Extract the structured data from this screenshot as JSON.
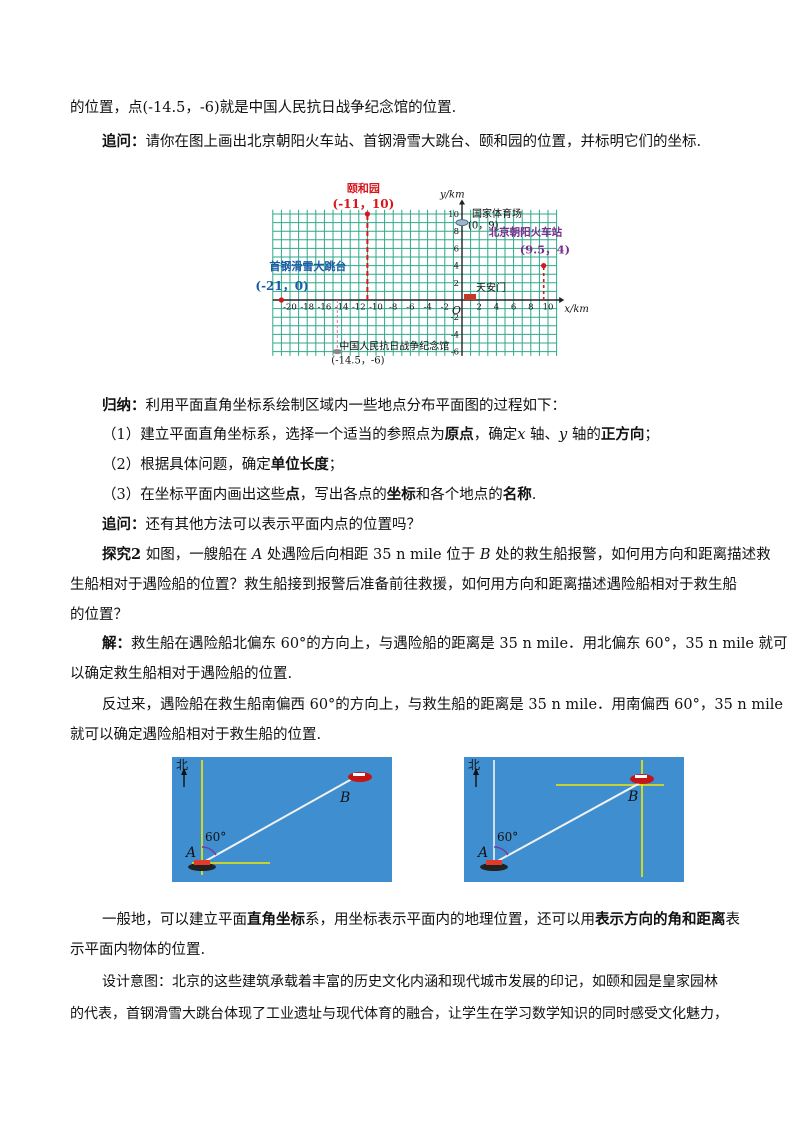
{
  "p1": {
    "a": "的位置，点(",
    "b": "-14.5，-6)就是中国人民抗日战争纪念馆的位置."
  },
  "p2": {
    "label": "追问：",
    "text": "请你在图上画出北京朝阳火车站、首钢滑雪大跳台、颐和园的位置，并标明它们的坐标."
  },
  "fig1": {
    "yaxis_label": "y/km",
    "xaxis_label": "x/km",
    "origin": "O",
    "x_ticks": [
      "-20",
      "-18",
      "-16",
      "-14",
      "-12",
      "-10",
      "-8",
      "-6",
      "-4",
      "-2",
      "2",
      "4",
      "6",
      "8",
      "10"
    ],
    "y_ticks_pos": [
      "10",
      "8",
      "6",
      "4",
      "2"
    ],
    "y_ticks_neg": [
      "-2",
      "-4",
      "-6"
    ],
    "points": {
      "yiheyuan": {
        "name": "颐和园",
        "coord": "(-11，10)",
        "x": -11,
        "y": 10
      },
      "shougang": {
        "name": "首钢滑雪大跳台",
        "coord": "(-21，0)",
        "x": -21,
        "y": 0
      },
      "chaoyang": {
        "name": "北京朝阳火车站",
        "coord": "(9.5，4)",
        "x": 9.5,
        "y": 4
      },
      "stadium": {
        "name": "国家体育场",
        "coord": "(0，9)",
        "x": 0,
        "y": 9
      },
      "tiananmen": {
        "name": "天安门",
        "x": 0,
        "y": 0
      },
      "museum": {
        "name": "中国人民抗日战争纪念馆",
        "coord": "(-14.5，-6)",
        "x": -14.5,
        "y": -6
      }
    },
    "colors": {
      "grid": "#2ea88a",
      "label": "#7a2f8f",
      "coord": "#1b5aa6",
      "accent": "#d6161c"
    }
  },
  "summary": {
    "label": "归纳：",
    "intro": "利用平面直角坐标系绘制区域内一些地点分布平面图的过程如下：",
    "s1": {
      "a": "（1）建立平面直角坐标系，选择一个适当的参照点为",
      "b1": "原点",
      "c": "，确定",
      "x": "x",
      "d": " 轴、",
      "y": "y",
      "e": " 轴的",
      "b2": "正方向",
      "f": "；"
    },
    "s2": {
      "a": "（2）根据具体问题，确定",
      "b": "单位长度",
      "c": "；"
    },
    "s3": {
      "a": "（3）在坐标平面内画出这些",
      "b1": "点",
      "c": "，写出各点的",
      "b2": "坐标",
      "d": "和各个地点的",
      "b3": "名称",
      "e": "."
    }
  },
  "q2": {
    "label": "追问：",
    "text": "还有其他方法可以表示平面内点的位置吗？"
  },
  "explore": {
    "label": "探究2",
    "l1a": " 如图，一艘船在 ",
    "A": "A",
    "l1b": " 处遇险后向相距 35 n mile 位于 ",
    "B": "B",
    "l1c": " 处的救生船报警，如何用方向和距离描述救",
    "l2": "生船相对于遇险船的位置？救生船接到报警后准备前往救援，如何用方向和距离描述遇险船相对于救生船",
    "l3": "的位置？"
  },
  "solution": {
    "label": "解：",
    "l1": "救生船在遇险船北偏东 60°的方向上，与遇险船的距离是 35 n mile．用北偏东 60°，35 n mile 就可",
    "l2": "以确定救生船相对于遇险船的位置.",
    "l3": "反过来，遇险船在救生船南偏西 60°的方向上，与救生船的距离是 35 n mile．用南偏西 60°，35 n mile",
    "l4": "就可以确定遇险船相对于救生船的位置."
  },
  "pics": {
    "north": "北",
    "angle": "60°",
    "A": "A",
    "B": "B",
    "bg": "#3f8fd0",
    "line": "#f4e800"
  },
  "general": {
    "a": "一般地，可以建立平面",
    "b1": "直角坐标",
    "c": "系，用坐标表示平面内的地理位置，还可以用",
    "b2": "表示方向的角和距离",
    "d": "表",
    "l2": "示平面内物体的位置."
  },
  "design": {
    "l1": "设计意图：北京的这些建筑承载着丰富的历史文化内涵和现代城市发展的印记，如颐和园是皇家园林",
    "l2": "的代表，首钢滑雪大跳台体现了工业遗址与现代体育的融合，让学生在学习数学知识的同时感受文化魅力，"
  }
}
